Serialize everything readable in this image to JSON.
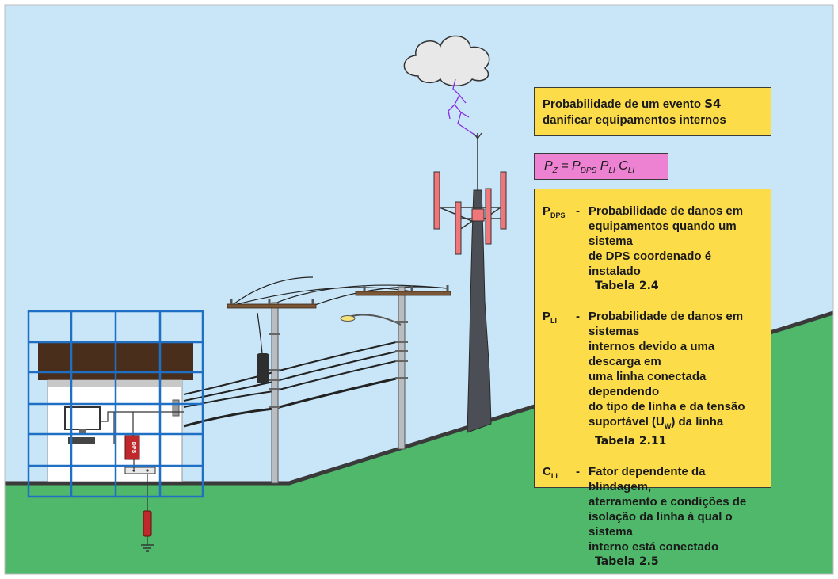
{
  "title": {
    "line1_prefix": "Probabilidade de um evento ",
    "line1_bold": "S4",
    "line2": "danificar equipamentos internos"
  },
  "formula": {
    "lhs": "P",
    "lhs_sub": "Z",
    "eq": " = ",
    "t1": "P",
    "t1_sub": "DPS",
    "t2": " P",
    "t2_sub": "LI",
    "t3": " C",
    "t3_sub": "LI"
  },
  "definitions": [
    {
      "symbol": "P",
      "symbol_sub": "DPS",
      "lines": [
        "Probabilidade de danos em",
        "equipamentos quando um sistema",
        "de DPS coordenado é instalado"
      ],
      "table": "Tabela 2.4"
    },
    {
      "symbol": "P",
      "symbol_sub": "LI",
      "lines": [
        "Probabilidade de danos em sistemas",
        "internos devido a uma descarga em",
        "uma linha conectada dependendo",
        "do tipo de linha e da tensão"
      ],
      "last_prefix": "suportável (U",
      "last_sub": "W",
      "last_suffix": ") da linha",
      "table": "Tabela 2.11"
    },
    {
      "symbol": "C",
      "symbol_sub": "LI",
      "lines": [
        "Fator dependente da blindagem,",
        "aterramento e condições de",
        "isolação da linha à qual o sistema",
        "interno está conectado"
      ],
      "table": "Tabela 2.5"
    }
  ],
  "dash": "-",
  "dps_label": "DPS",
  "colors": {
    "sky": "#c8e6f8",
    "ground": "#4fb86a",
    "box": "#fddc4a",
    "formula_box": "#ee82d2",
    "mesh": "#1f6fc4",
    "roof": "#4a2e1c",
    "tower": "#4b4f55",
    "antenna": "#f0767a",
    "dps": "#c0282c",
    "lightning": "#8a2be2"
  }
}
